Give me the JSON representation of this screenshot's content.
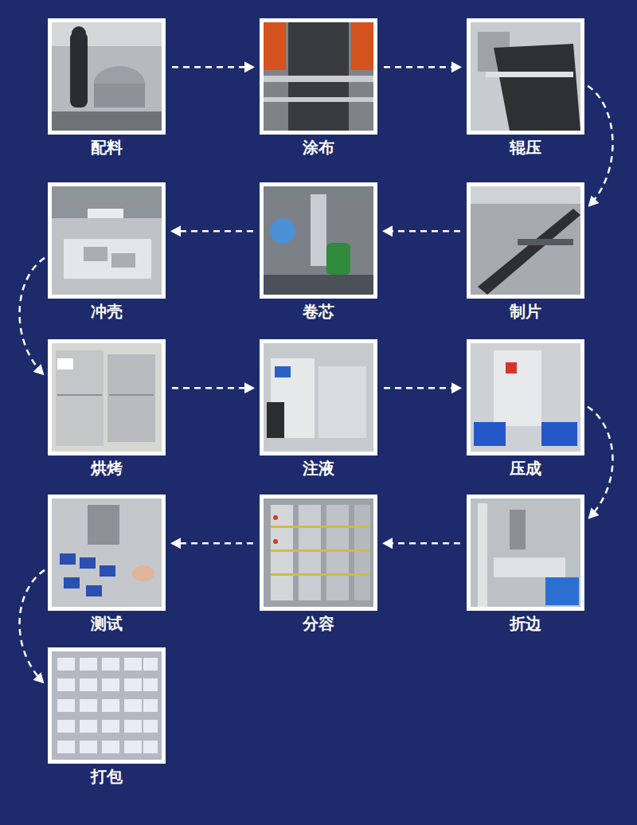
{
  "diagram": {
    "nodes": [
      {
        "text": [
          "配料"
        ]
      },
      {
        "text": [
          "涂布"
        ]
      },
      {
        "text": [
          "辊压"
        ]
      },
      {
        "text": [
          "制片"
        ]
      },
      {
        "text": [
          "卷芯"
        ]
      },
      {
        "text": [
          "冲壳"
        ]
      },
      {
        "text": [
          "烘烤"
        ]
      },
      {
        "text": [
          "注液"
        ]
      },
      {
        "text": [
          "压成"
        ]
      },
      {
        "text": [
          "折边"
        ]
      },
      {
        "text": [
          "分容"
        ]
      },
      {
        "text": [
          "测试"
        ]
      },
      {
        "text": [
          "打包"
        ]
      }
    ],
    "edges": [
      {
        "from": 0,
        "to": 1,
        "arrow": "to"
      },
      {
        "from": 1,
        "to": 2,
        "arrow": "to"
      },
      {
        "from": 2,
        "to": 3,
        "arrow": "to"
      },
      {
        "from": 3,
        "to": 4,
        "arrow": "to"
      },
      {
        "from": 4,
        "to": 5,
        "arrow": "to"
      },
      {
        "from": 5,
        "to": 6,
        "arrow": "to"
      },
      {
        "from": 6,
        "to": 7,
        "arrow": "to"
      },
      {
        "from": 7,
        "to": 8,
        "arrow": "to"
      },
      {
        "from": 8,
        "to": 9,
        "arrow": "to"
      },
      {
        "from": 9,
        "to": 10,
        "arrow": "to"
      },
      {
        "from": 10,
        "to": 11,
        "arrow": "to"
      },
      {
        "from": 11,
        "to": 12,
        "arrow": "to"
      }
    ]
  }
}
